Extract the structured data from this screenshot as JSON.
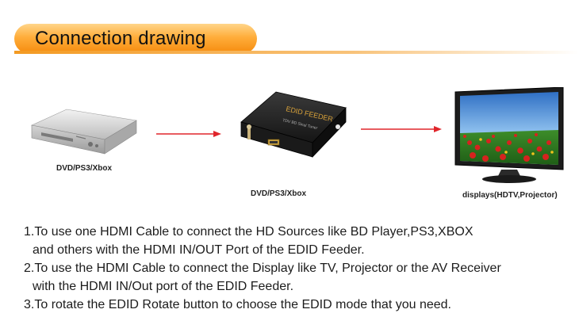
{
  "header": {
    "title": "Connection drawing"
  },
  "devices": {
    "dvd": {
      "caption": "DVD/PS3/Xbox"
    },
    "feeder": {
      "caption": "DVD/PS3/Xbox",
      "label": "EDID FEEDER",
      "sublabel": "TDV BD Sinal Tuner"
    },
    "display": {
      "caption": "displays(HDTV,Projector)"
    }
  },
  "colors": {
    "header_orange": "#f58a0c",
    "arrow_red": "#e0262c"
  },
  "instructions": [
    "1.To use one HDMI Cable to connect the HD Sources like BD Player,PS3,XBOX",
    "and others with the HDMI IN/OUT Port of the EDID Feeder.",
    "2.To use the HDMI Cable to connect the Display like TV, Projector or the AV Receiver",
    "with the HDMI IN/Out port of the EDID Feeder.",
    "3.To rotate the EDID Rotate button to choose the EDID mode that you need."
  ]
}
